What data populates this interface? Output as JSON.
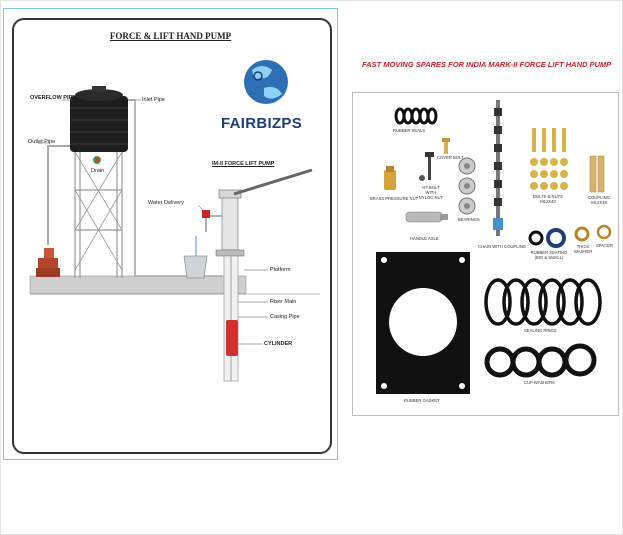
{
  "pump_diagram": {
    "title": "FORCE & LIFT HAND PUMP",
    "labels": {
      "overflow_pipe": "OVERFLOW PIPE",
      "inlet_pipe": "Inlet Pipe",
      "outlet_pipe": "Outlet Pipe",
      "drain": "Drain",
      "im2_pump": "IM-II FORCE LIFT PUMP",
      "water_delivery": "Water Delivery",
      "platform": "Platform",
      "riser_main": "Riser Main",
      "casing_pipe": "Casing Pipe",
      "cylinder": "CYLINDER"
    },
    "logo_text": "FAIRBIZPS"
  },
  "spares": {
    "title": "FAST MOVING SPARES FOR INDIA MARK-II FORCE LIFT HAND PUMP",
    "parts": {
      "rubber_seals": "RUBBER SEALS",
      "cover_bolt": "COVER BOLT",
      "brass_pressure_nut": "BRASS PRESSURE NUT",
      "ht_bolt": "HT BOLT WITH NYLOC NUT",
      "bearings": "BEARINGS",
      "handle_axle": "HANDLE AXLE",
      "chain_coupling": "CHAIN WITH COUPLING",
      "bolts_nuts": "BOLTS & NUTS M12X40",
      "coupling": "COUPLING M12X38",
      "rubber_seating": "RUBBER SEATING (BIG & SMALL)",
      "thick_washer": "THICK WASHER",
      "spacer": "SPACER",
      "rubber_gasket": "RUBBER GASKET",
      "sealing_rings": "SEALING RINGS",
      "cup_washers": "CUP WASHERS"
    }
  },
  "colors": {
    "title_red": "#d0202a",
    "logo_blue": "#1d3e7a",
    "panel_border": "#7fc6d8"
  }
}
